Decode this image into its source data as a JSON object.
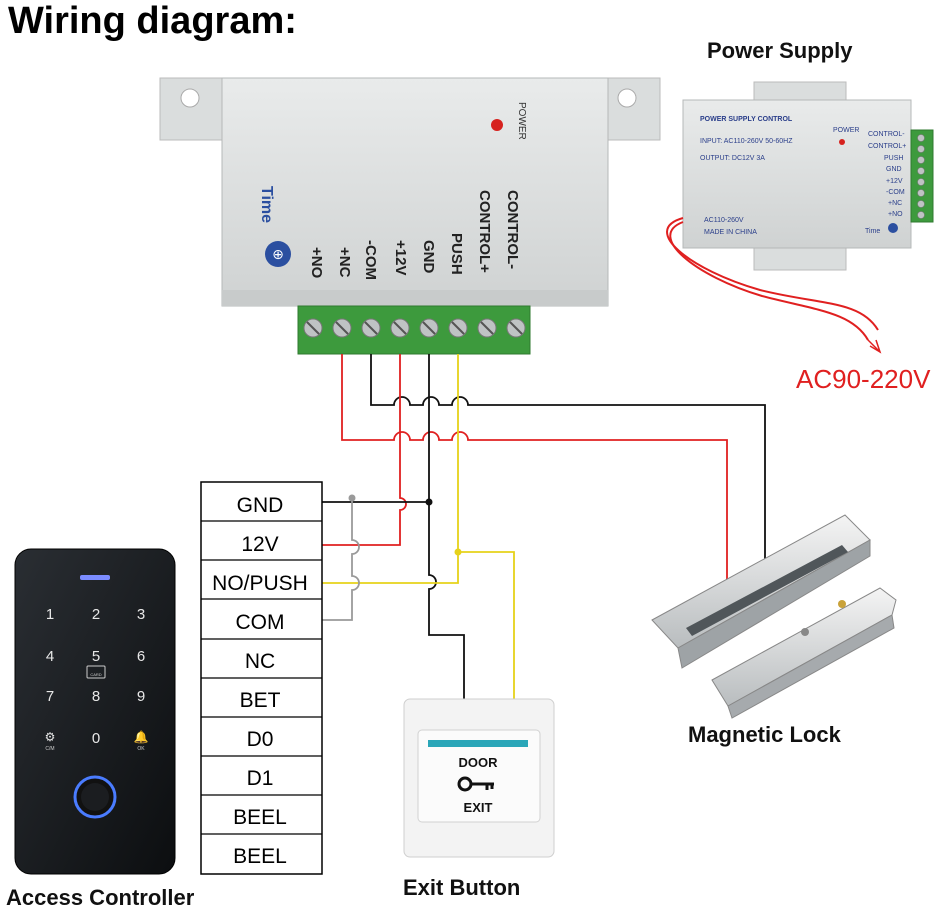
{
  "title": "Wiring diagram:",
  "labels": {
    "power_supply": "Power Supply",
    "ac_voltage": "AC90-220V",
    "magnetic_lock": "Magnetic Lock",
    "exit_button": "Exit Button",
    "access_controller": "Access Controller"
  },
  "psu_large": {
    "power_label": "POWER",
    "time_label": "Time",
    "terminals": [
      "+NO",
      "+NC",
      "-COM",
      "+12V",
      "GND",
      "PUSH",
      "CONTROL+",
      "CONTROL-"
    ]
  },
  "psu_small": {
    "header": "POWER SUPPLY CONTROL",
    "input": "INPUT: AC110-260V 50-60HZ",
    "output": "OUTPUT: DC12V 3A",
    "power_label": "POWER",
    "ac_label": "AC110-260V",
    "made_in": "MADE IN CHINA",
    "time_label": "Time",
    "terminals": [
      "CONTROL-",
      "CONTROL+",
      "PUSH",
      "GND",
      "+12V",
      "-COM",
      "+NC",
      "+NO"
    ]
  },
  "controller_terminals": [
    "GND",
    "12V",
    "NO/PUSH",
    "COM",
    "NC",
    "BET",
    "D0",
    "D1",
    "BEEL",
    "BEEL"
  ],
  "keypad": {
    "keys": [
      "1",
      "2",
      "3",
      "4",
      "5",
      "6",
      "7",
      "8",
      "9",
      "0"
    ],
    "card_label": "CARD",
    "cm_label": "C/M",
    "ok_label": "OK"
  },
  "exit_button": {
    "top_text": "DOOR",
    "bottom_text": "EXIT"
  },
  "colors": {
    "red_wire": "#e02020",
    "black_wire": "#111111",
    "yellow_wire": "#e6d21a",
    "gray_wire": "#9a9a9a",
    "terminal_green": "#3d9a3d"
  }
}
